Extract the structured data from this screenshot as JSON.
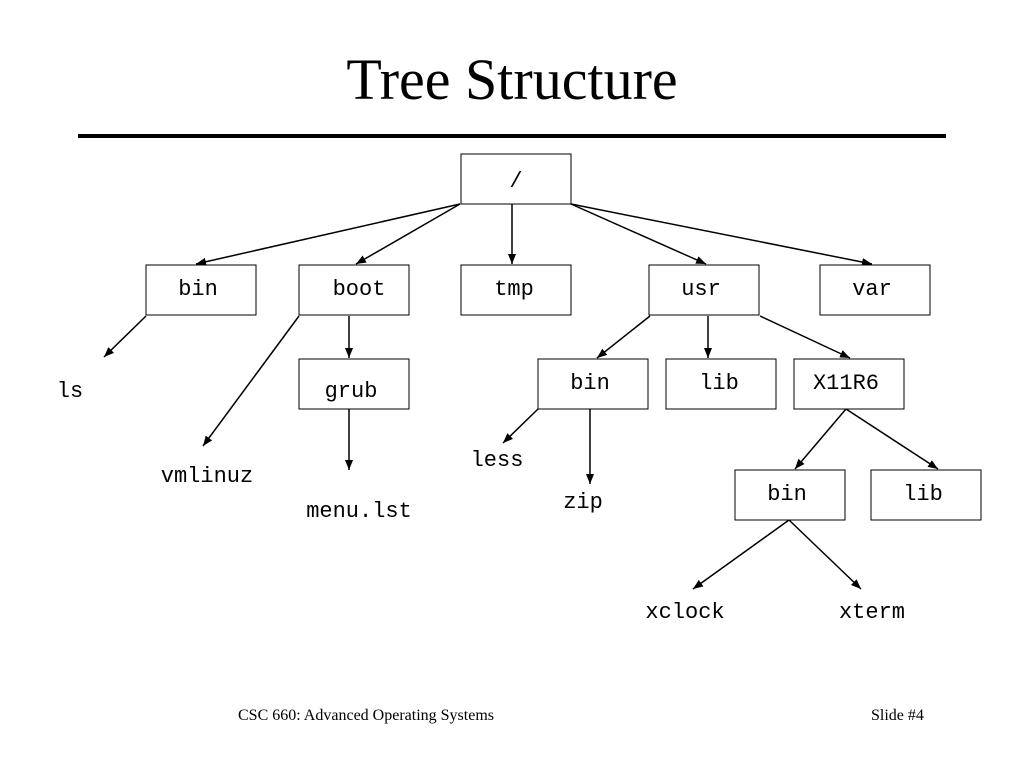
{
  "slide": {
    "title": "Tree Structure",
    "footer_course": "CSC 660: Advanced Operating Systems",
    "footer_slide": "Slide #4"
  },
  "tree": {
    "root": "/",
    "root_children": [
      "bin",
      "boot",
      "tmp",
      "usr",
      "var"
    ],
    "bin_children": [
      "ls"
    ],
    "boot_children": [
      "vmlinuz",
      "grub"
    ],
    "grub_children": [
      "menu.lst"
    ],
    "usr_children": [
      "bin",
      "lib",
      "X11R6"
    ],
    "usr_bin_children": [
      "less",
      "zip"
    ],
    "x11r6_children": [
      "bin",
      "lib"
    ],
    "x11r6_bin_children": [
      "xclock",
      "xterm"
    ]
  }
}
